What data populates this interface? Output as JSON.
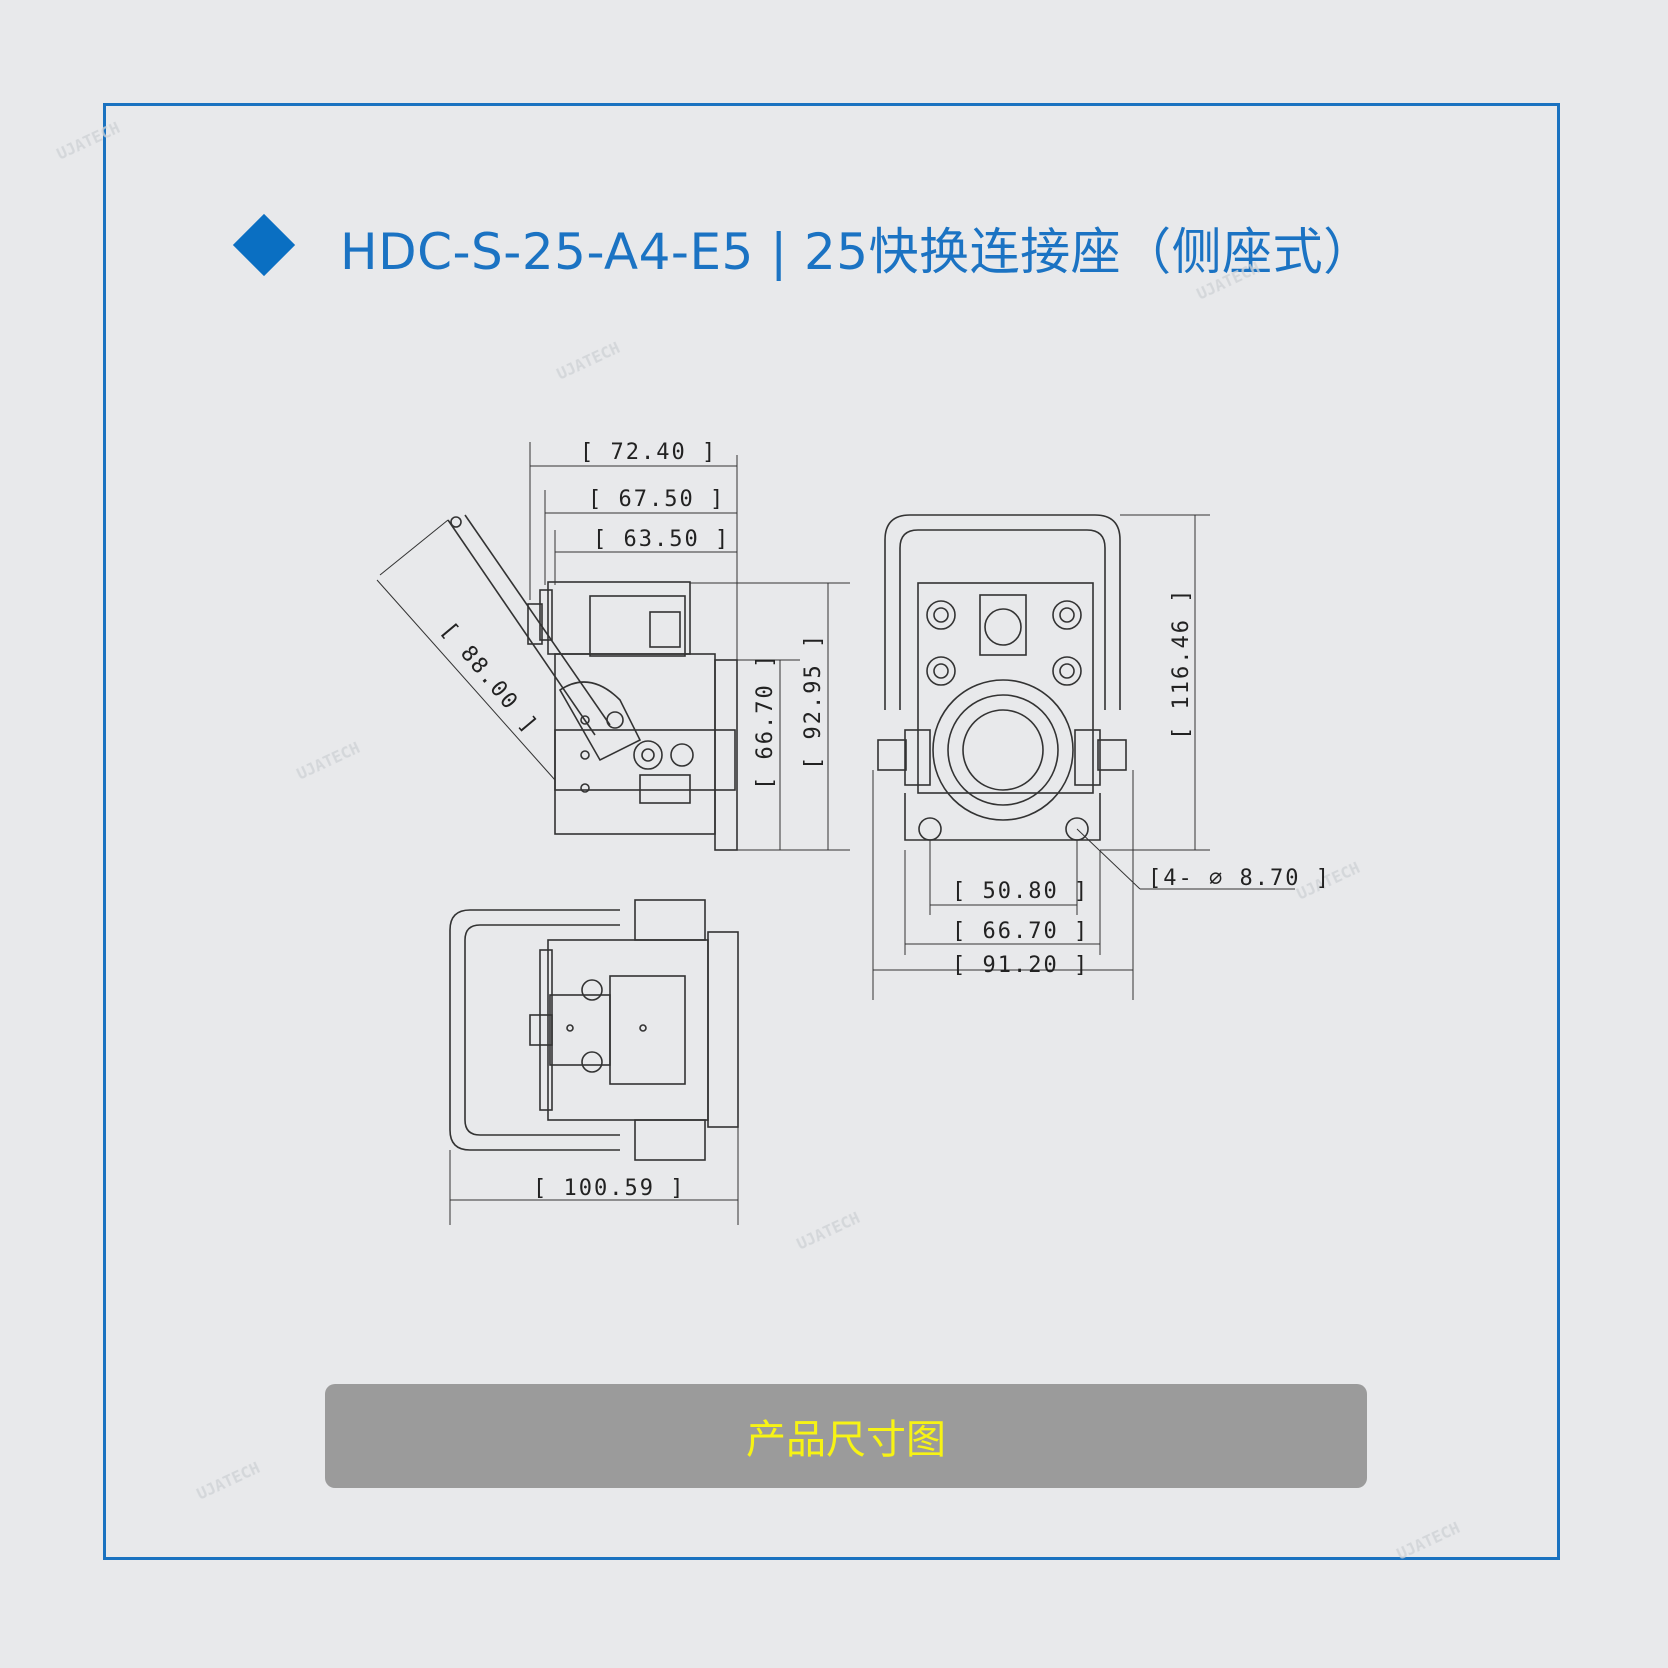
{
  "header": {
    "title": "HDC-S-25-A4-E5 | 25快换连接座（侧座式）",
    "bullet_icon": "diamond-icon",
    "accent_color": "#1b73c3"
  },
  "caption": {
    "label": "产品尺寸图",
    "text_color": "#f7f314",
    "bar_color": "#9b9b9b"
  },
  "watermark": {
    "text": "UJATECH"
  },
  "dimensions": {
    "side_view": {
      "width_overall": "[ 72.40 ]",
      "width_mid": "[ 67.50 ]",
      "width_inner": "[ 63.50 ]",
      "handle_length": "[ 88.00 ]",
      "height_inner": "[ 66.70 ]",
      "height_outer": "[ 92.95 ]"
    },
    "front_view": {
      "height": "[ 116.46 ]",
      "hole_spacing": "[ 50.80 ]",
      "base_width": "[ 66.70 ]",
      "overall_width": "[ 91.20 ]",
      "holes": "[4- ⌀ 8.70 ]"
    },
    "top_view": {
      "overall_width": "[ 100.59 ]"
    }
  }
}
